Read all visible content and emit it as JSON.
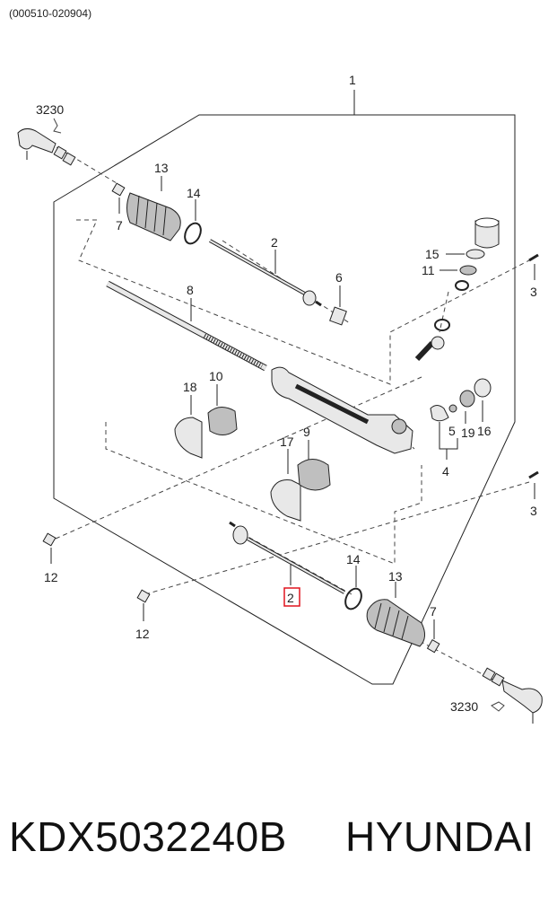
{
  "header": {
    "date_range": "(000510-020904)"
  },
  "labels": {
    "assembly": "1",
    "tie_rod_upper": "2",
    "tie_rod_lower": "2",
    "bolt_right_top": "3",
    "bolt_right_bottom": "3",
    "pinion_seal_group": "4",
    "plug": "5",
    "bushing": "6",
    "nut_upper": "7",
    "nut_lower": "7",
    "rack": "8",
    "mount_bush_lower": "9",
    "mount_bush_upper": "10",
    "washer": "11",
    "nut_left_top": "12",
    "nut_left_bottom": "12",
    "boot_upper": "13",
    "boot_lower": "13",
    "clip_upper": "14",
    "clip_lower": "14",
    "cover": "15",
    "lock_nut": "16",
    "bracket_lower": "17",
    "bracket_upper": "18",
    "adjuster": "19",
    "tie_rod_end_upper": "3230",
    "tie_rod_end_lower": "3230"
  },
  "footer": {
    "part_number": "KDX5032240B",
    "brand": "HYUNDAI"
  },
  "colors": {
    "line": "#222222",
    "highlight": "#e0141e",
    "fill_light": "#e8e8e8",
    "fill_mid": "#bfbfbf"
  }
}
